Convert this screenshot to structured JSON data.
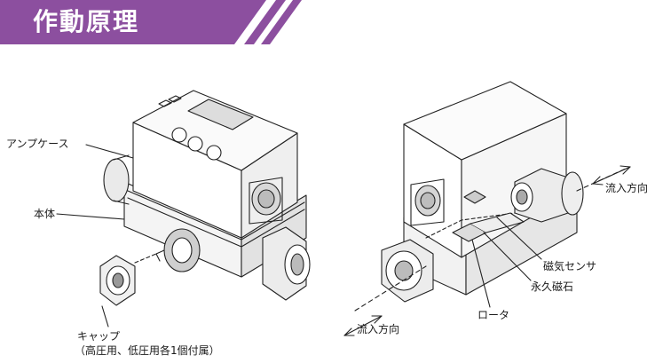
{
  "header": {
    "title": "作動原理",
    "accent_color": "#8c4f9f"
  },
  "left_diagram": {
    "labels": {
      "amp_case": "アンプケース",
      "body": "本体",
      "cap": "キャップ",
      "cap_note": "（高圧用、低圧用各1個付属）"
    }
  },
  "right_diagram": {
    "labels": {
      "flow_direction_top": "流入方向",
      "magnetic_sensor": "磁気センサ",
      "permanent_magnet": "永久磁石",
      "rotor": "ロータ",
      "flow_direction_bottom": "流入方向"
    }
  }
}
